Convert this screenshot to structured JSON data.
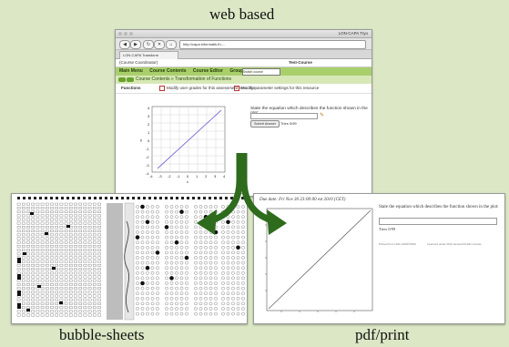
{
  "captions": {
    "top": "web based",
    "left": "bubble-sheets",
    "right": "pdf/print"
  },
  "browser": {
    "window_title": "LON-CAPA Tryo",
    "url": "http://capa.informatik.fh-...",
    "tab_label": "LON-CAPA Transform",
    "course_role": "(Course Coordinator)",
    "course_name": "Test-Course",
    "menu": [
      "Main Menu",
      "Course Contents",
      "Course Editor",
      "Groups"
    ],
    "select_placeholder": "Switch course",
    "breadcrumb": "Course Contents » Transformation of Functions",
    "functions_label": "Functions",
    "option1": "Modify user grades for this assessment resource",
    "option2": "Modify parameter settings for this resource",
    "question": "State the equation which describes the function shown in the plot:",
    "submit_label": "Submit Answer",
    "tries": "Tries 0/99",
    "plot_ticks_x": [
      "-4",
      "-3",
      "-2",
      "-1",
      "0",
      "1",
      "2",
      "3",
      "4"
    ],
    "plot_ticks_y": [
      "4",
      "3",
      "2",
      "1",
      "0",
      "-1",
      "-2",
      "-3",
      "-4"
    ],
    "plot_ylabel": "y",
    "plot_xlabel": "x"
  },
  "pdf": {
    "due": "Due date: Fri Nov 30 23:00:00 est 2010 (CET)",
    "question": "State the equation which describes the function shown in the plot:",
    "tries": "Tries 0/99",
    "footer_left": "Printed from LON-CAPA©MSU",
    "footer_right": "Licensed under GNU General Public License"
  },
  "colors": {
    "background": "#dbe7c5",
    "arrow": "#2e6b1d",
    "menubar": "#a9cf6c"
  }
}
